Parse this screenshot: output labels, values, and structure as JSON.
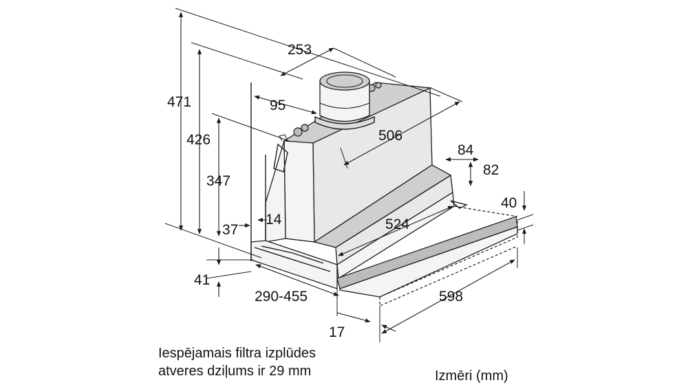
{
  "dimensions": {
    "d253": "253",
    "d95": "95",
    "d506": "506",
    "d84": "84",
    "d82": "82",
    "d40": "40",
    "d471": "471",
    "d426": "426",
    "d347": "347",
    "d37": "37",
    "d14": "14",
    "d524": "524",
    "d41": "41",
    "d290_455": "290-455",
    "d598": "598",
    "d17": "17"
  },
  "caption": {
    "line1": "Iespējamais filtra izplūdes",
    "line2": "atveres dziļums ir 29 mm"
  },
  "units_label": "Izmēri (mm)"
}
